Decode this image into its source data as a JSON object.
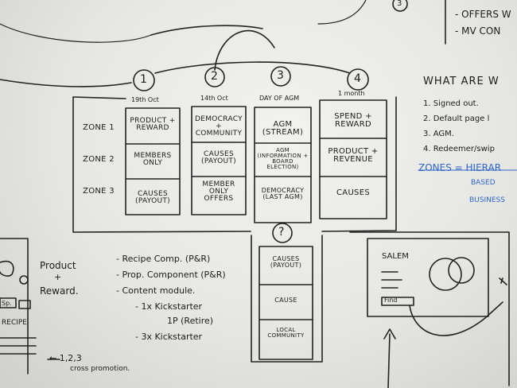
{
  "phases": [
    {
      "number": "1",
      "date": "19th Oct"
    },
    {
      "number": "2",
      "date": "14th Oct"
    },
    {
      "number": "3",
      "date": "DAY OF AGM"
    },
    {
      "number": "4",
      "date": "1 month"
    }
  ],
  "corner_number": "3",
  "top_right_notes": [
    "- OFFERS W",
    "- MV CON"
  ],
  "zones": [
    "ZONE 1",
    "ZONE 2",
    "ZONE 3"
  ],
  "columns": [
    [
      "PRODUCT + REWARD",
      "MEMBERS ONLY",
      "CAUSES (PAYOUT)"
    ],
    [
      "DEMOCRACY + COMMUNITY",
      "CAUSES (PAYOUT)",
      "MEMBER ONLY OFFERS"
    ],
    [
      "AGM (STREAM)",
      "AGM (INFORMATION + BOARD ELECTION)",
      "DEMOCRACY (LAST AGM)"
    ],
    [
      "SPEND + REWARD",
      "PRODUCT + REVENUE",
      "CAUSES"
    ]
  ],
  "what_are": {
    "title": "WHAT ARE W",
    "items": [
      "1. Signed out.",
      "2. Default page l",
      "3. AGM.",
      "4. Redeemer/swip"
    ]
  },
  "zones_note": {
    "line1": "ZONES = HIERAR",
    "line2": "BASED",
    "line3": "BUSINESS"
  },
  "extra_column": {
    "marker": "?",
    "cells": [
      "CAUSES (PAYOUT)",
      "CAUSE",
      "LOCAL COMMUNITY"
    ]
  },
  "product_reward_label": [
    "Product",
    "+",
    "Reward."
  ],
  "component_notes": [
    "- Recipe Comp. (P&R)",
    "- Prop. Component (P&R)",
    "- Content module.",
    "- 1x Kickstarter",
    "1P (Retire)",
    "- 3x Kickstarter"
  ],
  "cross_promotion": [
    "← 1,2,3",
    "cross promotion."
  ],
  "sketch": {
    "title": "SALEM",
    "button": "Find"
  },
  "left_sketch_labels": [
    "Sp.",
    "RECIPE"
  ]
}
